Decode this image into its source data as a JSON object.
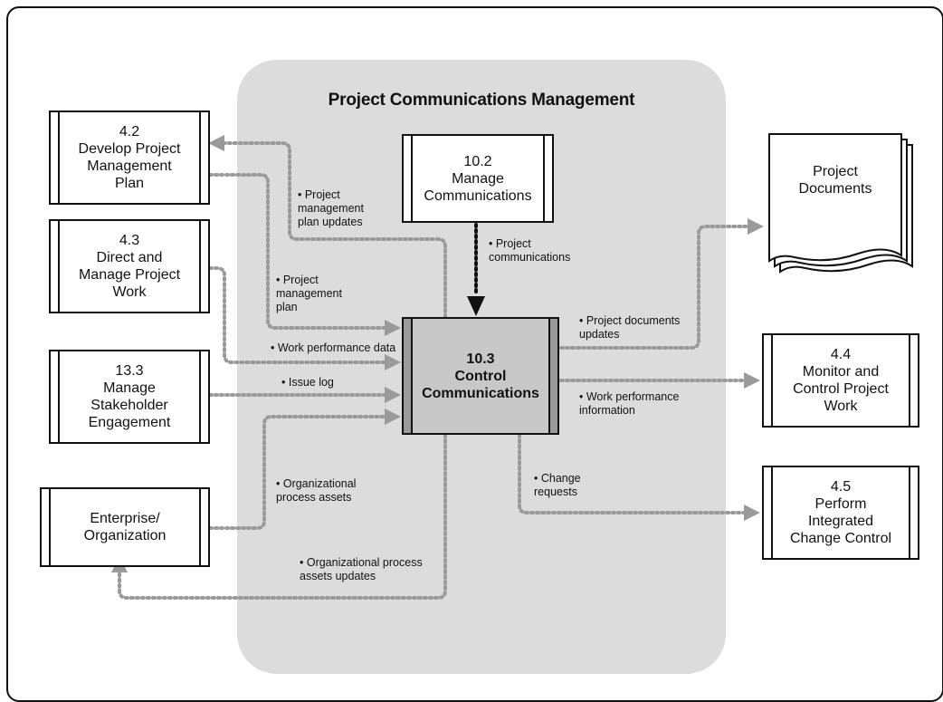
{
  "panel": {
    "title": "Project Communications Management"
  },
  "processes": {
    "p4_2": {
      "text": "4.2\nDevelop Project\nManagement\nPlan"
    },
    "p4_3": {
      "text": "4.3\nDirect and\nManage Project\nWork"
    },
    "p13_3": {
      "text": "13.3\nManage\nStakeholder\nEngagement"
    },
    "ent": {
      "text": "Enterprise/\nOrganization"
    },
    "p10_2": {
      "text": "10.2\nManage\nCommunications"
    },
    "p10_3": {
      "text": "10.3\nControl\nCommunications"
    },
    "p4_4": {
      "text": "4.4\nMonitor and\nControl Project\nWork"
    },
    "p4_5": {
      "text": "4.5\nPerform\nIntegrated\nChange Control"
    }
  },
  "documents": {
    "text": "Project\nDocuments"
  },
  "flows": {
    "pm_plan_updates": "• Project\n  management\n  plan updates",
    "pm_plan": "• Project\n  management\n  plan",
    "work_perf_data": "• Work performance data",
    "issue_log": "• Issue log",
    "org_assets": "• Organizational\n  process assets",
    "org_assets_updates": "• Organizational process\n  assets updates",
    "project_comms": "• Project\n  communications",
    "doc_updates": "• Project documents\n  updates",
    "work_perf_info": "• Work performance\n  information",
    "change_requests": "• Change\n  requests"
  }
}
